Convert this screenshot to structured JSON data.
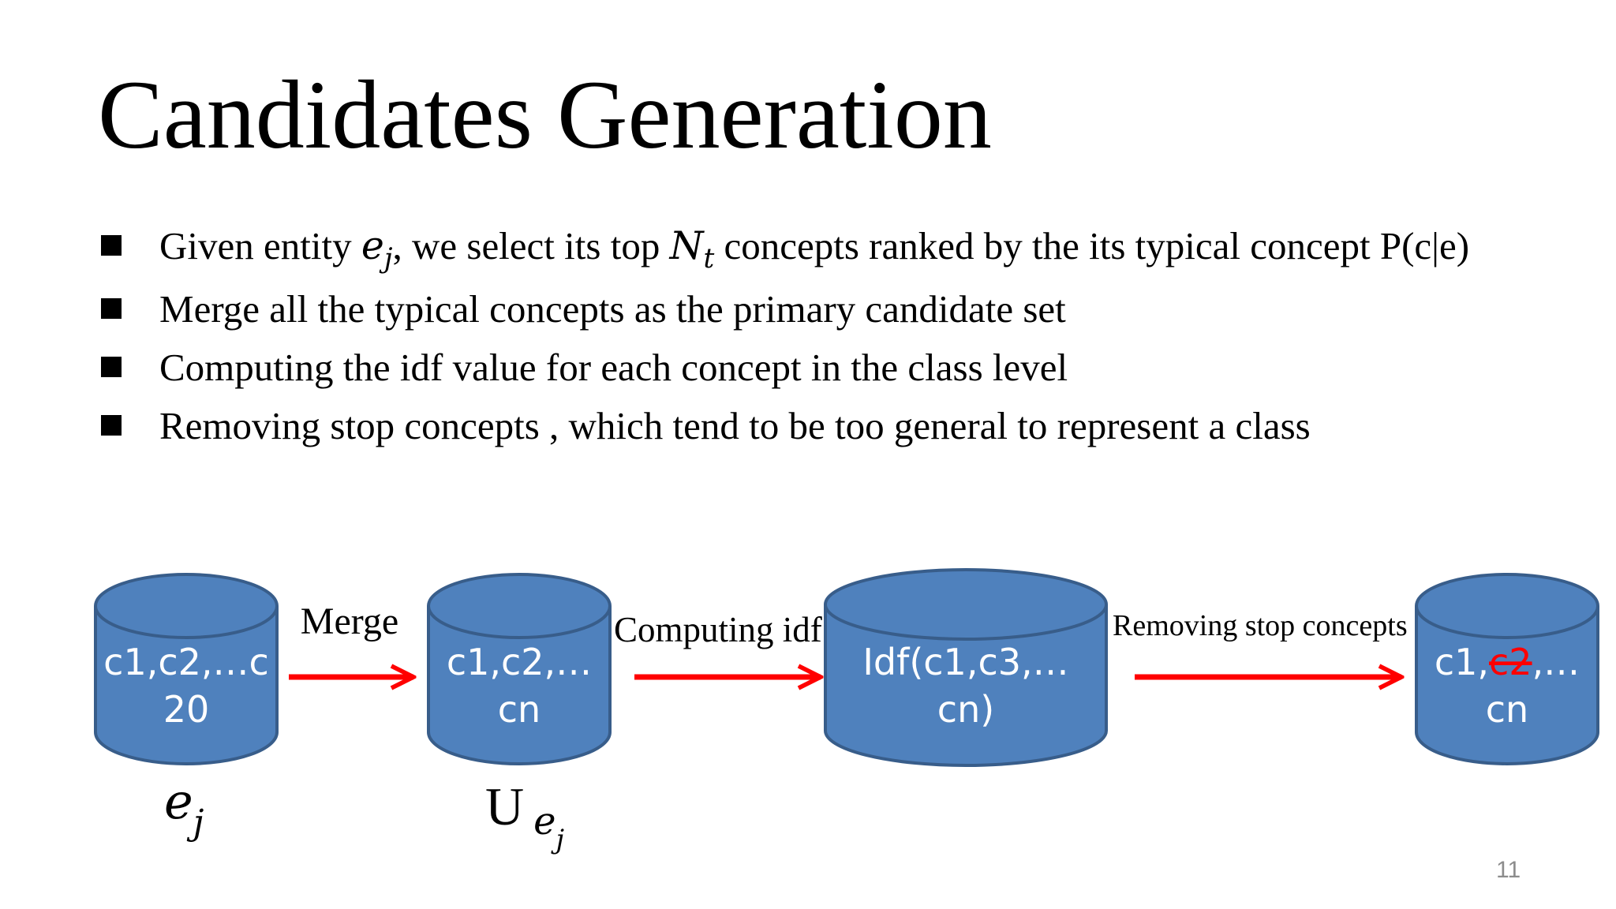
{
  "slide": {
    "title": "Candidates Generation",
    "bullets": [
      {
        "pre": "Given entity ",
        "m1_base": "e",
        "m1_sub": "j",
        "mid": ", we select its top ",
        "m2_base": "N",
        "m2_sub": "t",
        "post": " concepts ranked by the its typical concept P(c|e)"
      },
      {
        "text": "Merge all the typical concepts as the primary candidate set"
      },
      {
        "text": "Computing the idf value for each concept in the class level"
      },
      {
        "text": "Removing stop concepts , which tend to be too general to represent a class"
      }
    ],
    "page_number": "11"
  },
  "diagram": {
    "cylinders": [
      {
        "line1": "c1,c2,…c",
        "line2": "20"
      },
      {
        "line1": "c1,c2,…",
        "line2": "cn"
      },
      {
        "line1": "Idf(c1,c3,…",
        "line2": "cn)"
      },
      {
        "line1_prefix": "c1,",
        "line1_struck": "c2",
        "line1_suffix": ",…",
        "line2": "cn"
      }
    ],
    "arrows": [
      {
        "label": "Merge"
      },
      {
        "label": "Computing idf"
      },
      {
        "label": "Removing stop concepts"
      }
    ],
    "entity_label": {
      "base": "e",
      "sub": "j"
    },
    "union_label": {
      "symbol": "U",
      "base": "e",
      "sub": "j"
    },
    "colors": {
      "cylinder_fill": "#4F81BD",
      "cylinder_stroke": "#385D8A",
      "arrow": "#FF0000",
      "strike": "#FF0000"
    }
  }
}
